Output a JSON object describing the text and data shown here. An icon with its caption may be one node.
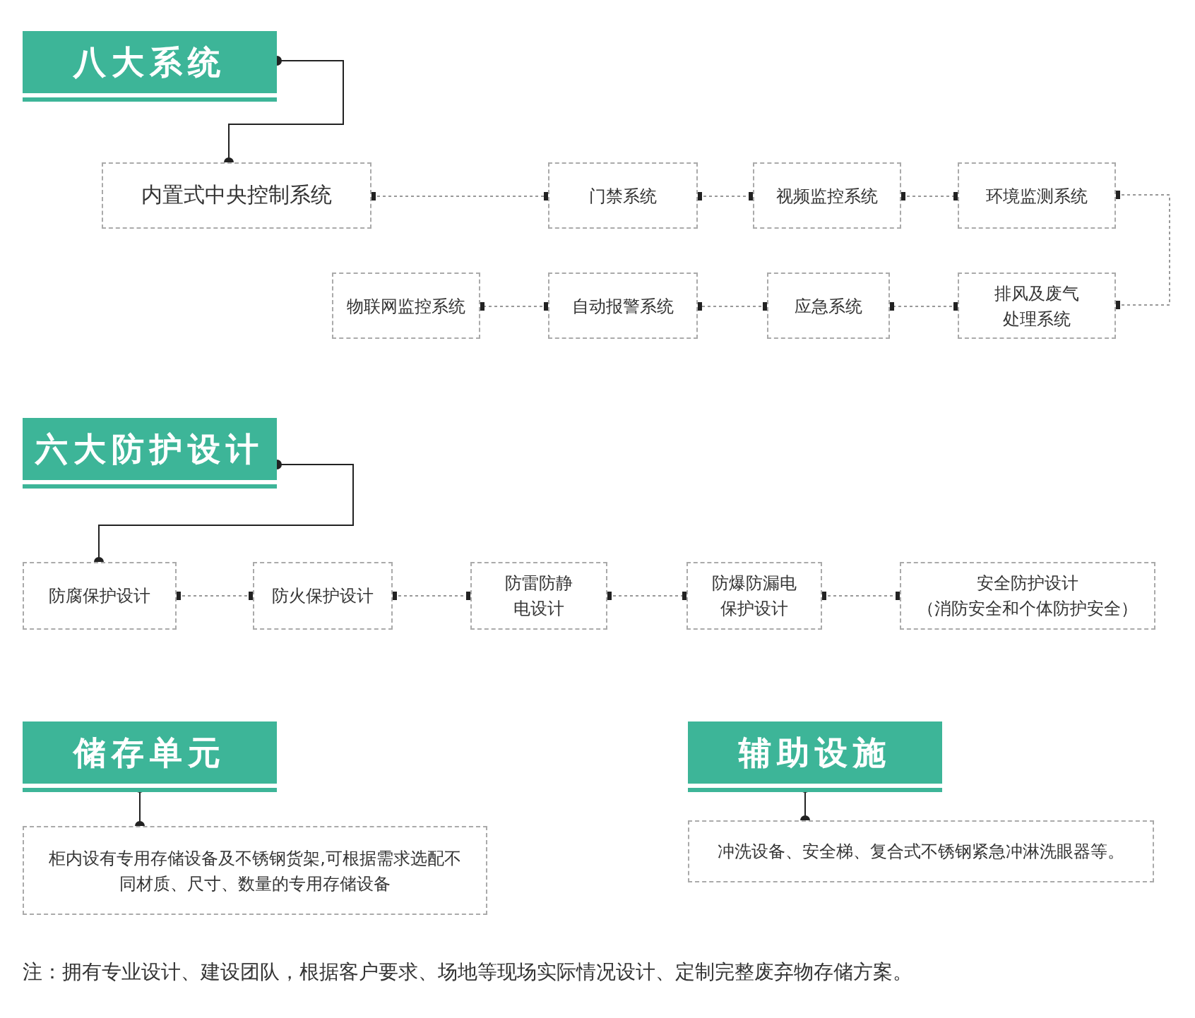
{
  "diagram": {
    "nodes": [
      {
        "text": [
          "八大系统"
        ]
      },
      {
        "text": [
          "内置式中央控制系统"
        ]
      },
      {
        "text": [
          "门禁系统"
        ]
      },
      {
        "text": [
          "视频监控系统"
        ]
      },
      {
        "text": [
          "环境监测系统"
        ]
      },
      {
        "text": [
          "物联网监控系统"
        ]
      },
      {
        "text": [
          "自动报警系统"
        ]
      },
      {
        "text": [
          "应急系统"
        ]
      },
      {
        "text": [
          "排风及废气处理系统"
        ]
      },
      {
        "text": [
          "六大防护设计"
        ]
      },
      {
        "text": [
          "防腐保护设计"
        ]
      },
      {
        "text": [
          "防火保护设计"
        ]
      },
      {
        "text": [
          "防雷防静电设计"
        ]
      },
      {
        "text": [
          "防爆防漏电保护设计"
        ]
      },
      {
        "text": [
          "安全防护设计",
          "（消防安全和个体防护安全）"
        ]
      },
      {
        "text": [
          "储存单元"
        ]
      },
      {
        "text": [
          "柜内设有专用存储设备及不锈钢货架,可根据需求选配不同材质、尺寸、数量的专用存储设备"
        ]
      },
      {
        "text": [
          "辅助设施"
        ]
      },
      {
        "text": [
          "冲洗设备、安全梯、复合式不锈钢紧急冲淋洗眼器等。"
        ]
      }
    ],
    "edges": [
      {
        "from": 0,
        "to": 1,
        "arrow": "other",
        "color": "#222222"
      },
      {
        "from": 1,
        "to": 2,
        "arrow": "other",
        "style": "dashed"
      },
      {
        "from": 2,
        "to": 3,
        "arrow": "other",
        "style": "dashed"
      },
      {
        "from": 3,
        "to": 4,
        "arrow": "other",
        "style": "dashed"
      },
      {
        "from": 4,
        "to": 8,
        "arrow": "other",
        "style": "dashed"
      },
      {
        "from": 8,
        "to": 7,
        "arrow": "other",
        "style": "dashed"
      },
      {
        "from": 7,
        "to": 6,
        "arrow": "other",
        "style": "dashed"
      },
      {
        "from": 6,
        "to": 5,
        "arrow": "other",
        "style": "dashed"
      },
      {
        "from": 9,
        "to": 10,
        "arrow": "other",
        "color": "#222222"
      },
      {
        "from": 10,
        "to": 11,
        "arrow": "other",
        "style": "dashed"
      },
      {
        "from": 11,
        "to": 12,
        "arrow": "other",
        "style": "dashed"
      },
      {
        "from": 12,
        "to": 13,
        "arrow": "other",
        "style": "dashed"
      },
      {
        "from": 13,
        "to": 14,
        "arrow": "other",
        "style": "dashed"
      },
      {
        "from": 15,
        "to": 16,
        "arrow": "other",
        "color": "#222222"
      },
      {
        "from": 17,
        "to": 18,
        "arrow": "other",
        "color": "#222222"
      }
    ],
    "labels": [
      "注：拥有专业设计、建设团队，根据客户要求、场地等现场实际情况设计、定制完整废弃物存储方案。"
    ]
  }
}
